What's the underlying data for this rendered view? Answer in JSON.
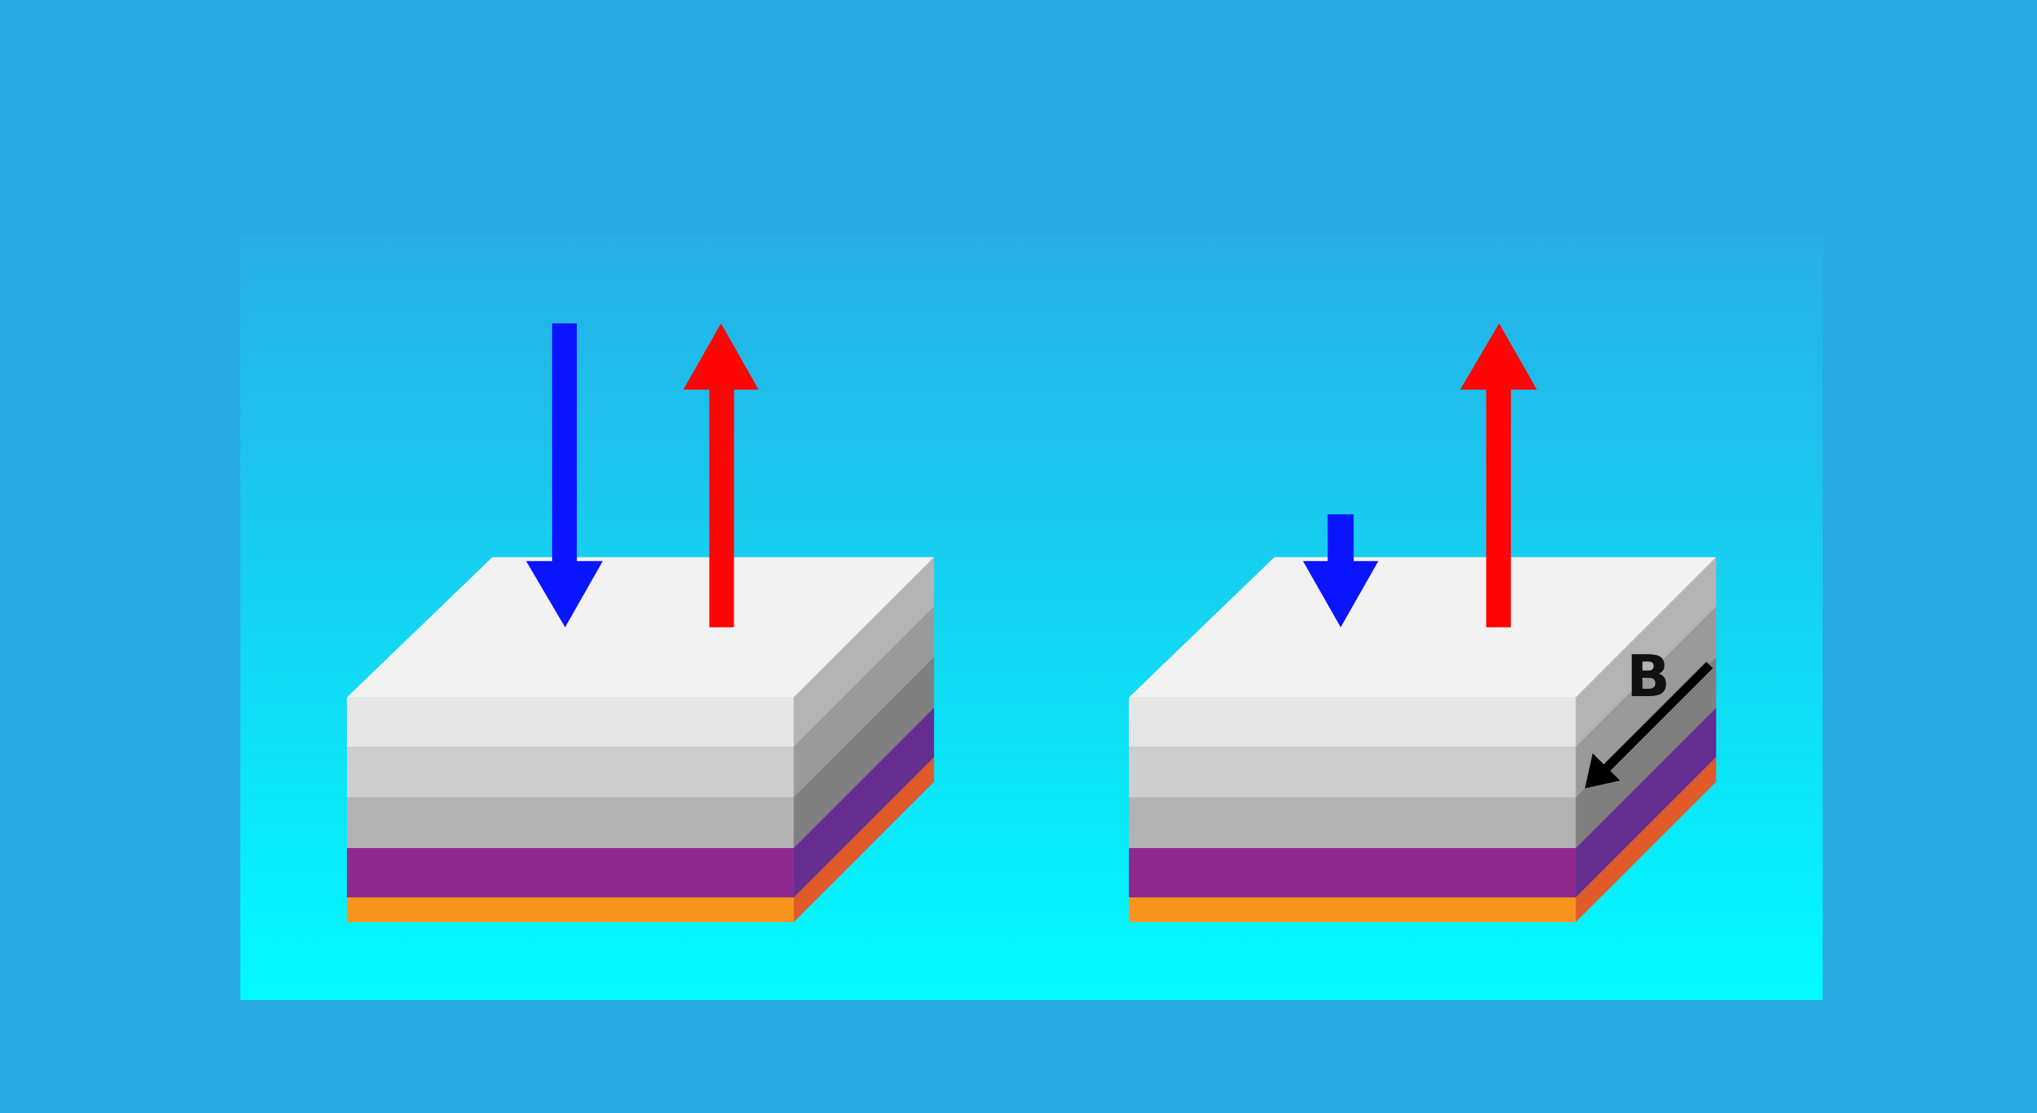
{
  "diagram": {
    "field_label": "B",
    "colors": {
      "background": "#29abe2",
      "panel_top": "#27aee6",
      "panel_bottom": "#00fbff",
      "arrow_down": "#0a14ff",
      "arrow_up": "#ff0505",
      "field_arrow": "#000000"
    },
    "layers": [
      {
        "name": "top-layer",
        "front": "#e6e6e6",
        "side": "#b4b4b4"
      },
      {
        "name": "layer-2",
        "front": "#cdcdcd",
        "side": "#9a9a9a"
      },
      {
        "name": "layer-3",
        "front": "#b3b3b3",
        "side": "#7f7f7f"
      },
      {
        "name": "purple-layer",
        "front": "#8e2a8e",
        "side": "#662d91"
      },
      {
        "name": "orange-layer",
        "front": "#f7941d",
        "side": "#e05a2a"
      }
    ]
  }
}
